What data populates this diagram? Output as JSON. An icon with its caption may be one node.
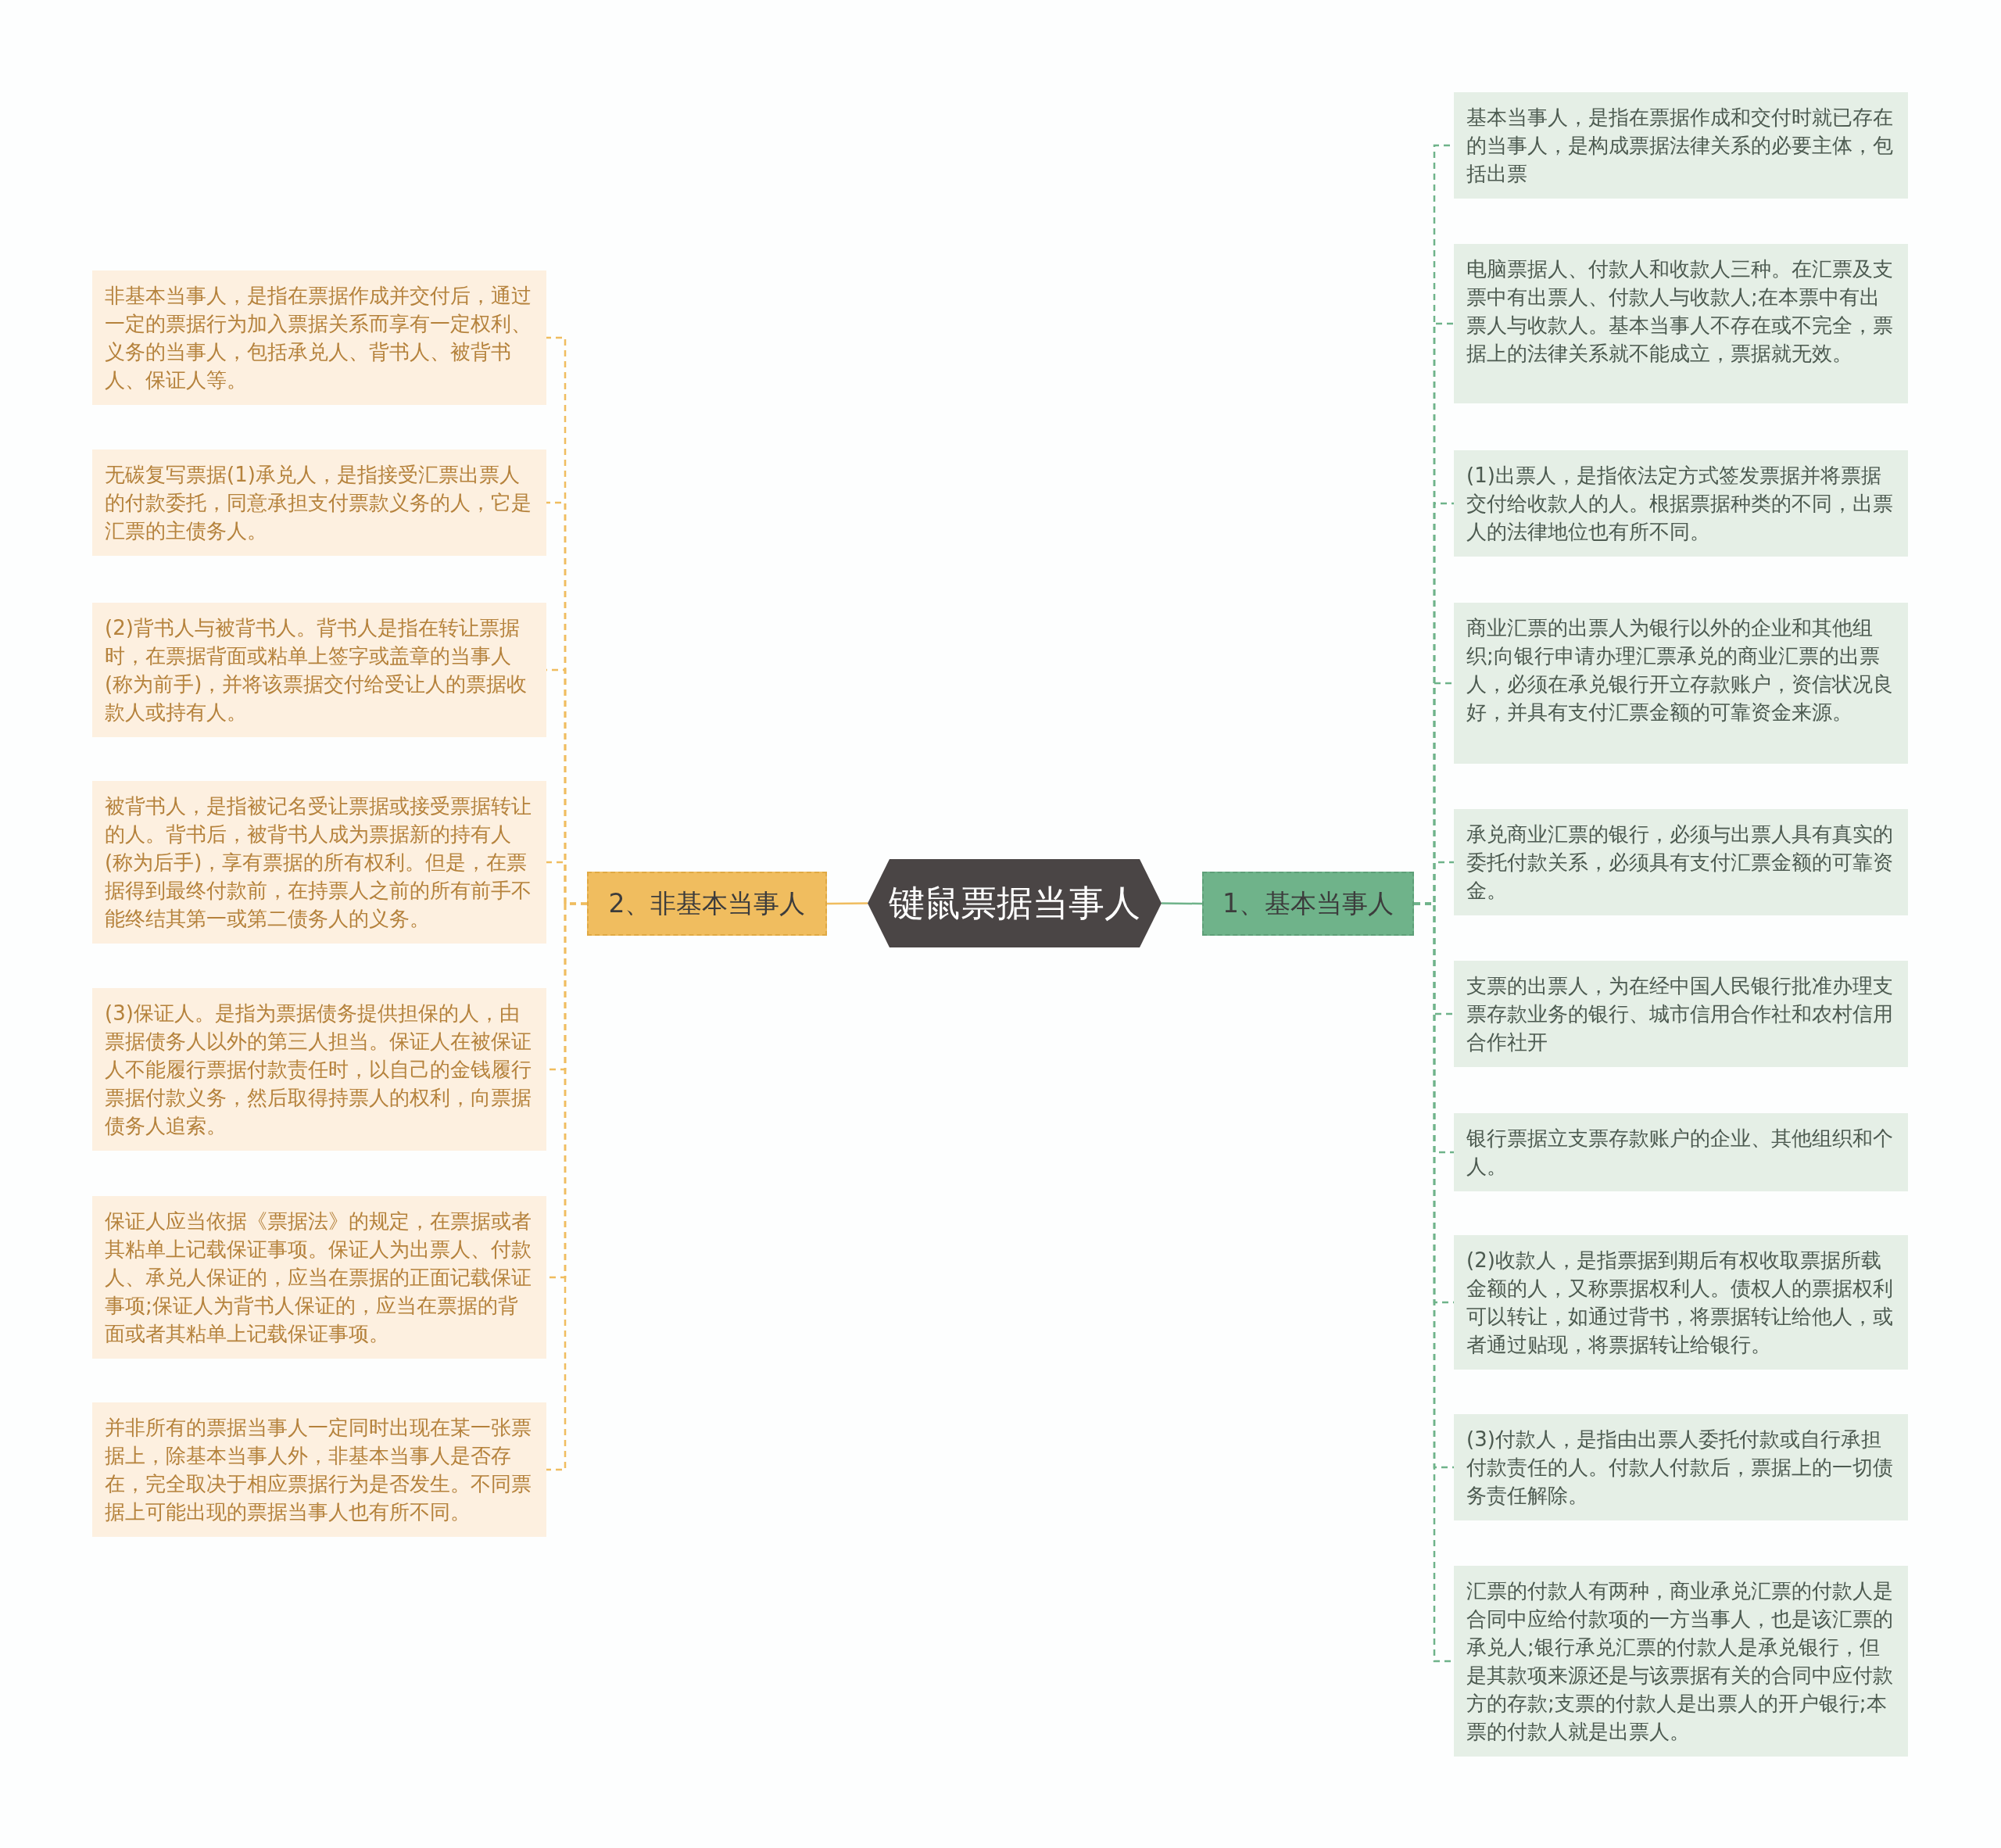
{
  "diagram": {
    "nodes": [
      {
        "text": [
          "键鼠票据当事人"
        ]
      },
      {
        "text": [
          "1、基本当事人"
        ]
      },
      {
        "text": [
          "基本当事人，是指在票据作成和交付时就已存在的当事人，是构成票据法律关系的必要主体，包括出票"
        ]
      },
      {
        "text": [
          "电脑票据人、付款人和收款人三种。在汇票及支票中有出票人、付款人与收款人;在本票中有出票人与收款人。基本当事人不存在或不完全，票据上的法律关系就不能成立，票据就无效。"
        ]
      },
      {
        "text": [
          "(1)出票人，是指依法定方式签发票据并将票据交付给收款人的人。根据票据种类的不同，出票人的法律地位也有所不同。"
        ]
      },
      {
        "text": [
          "商业汇票的出票人为银行以外的企业和其他组织;向银行申请办理汇票承兑的商业汇票的出票人，必须在承兑银行开立存款账户，资信状况良好，并具有支付汇票金额的可靠资金来源。"
        ]
      },
      {
        "text": [
          "承兑商业汇票的银行，必须与出票人具有真实的委托付款关系，必须具有支付汇票金额的可靠资金。"
        ]
      },
      {
        "text": [
          "支票的出票人，为在经中国人民银行批准办理支票存款业务的银行、城市信用合作社和农村信用合作社开"
        ]
      },
      {
        "text": [
          "银行票据立支票存款账户的企业、其他组织和个人。"
        ]
      },
      {
        "text": [
          "(2)收款人，是指票据到期后有权收取票据所载金额的人，又称票据权利人。债权人的票据权利可以转让，如通过背书，将票据转让给他人，或者通过贴现，将票据转让给银行。"
        ]
      },
      {
        "text": [
          "(3)付款人，是指由出票人委托付款或自行承担付款责任的人。付款人付款后，票据上的一切债务责任解除。"
        ]
      },
      {
        "text": [
          "汇票的付款人有两种，商业承兑汇票的付款人是合同中应给付款项的一方当事人，也是该汇票的承兑人;银行承兑汇票的付款人是承兑银行，但是其款项来源还是与该票据有关的合同中应付款方的存款;支票的付款人是出票人的开户银行;本票的付款人就是出票人。"
        ]
      },
      {
        "text": [
          "2、非基本当事人"
        ]
      },
      {
        "text": [
          "非基本当事人，是指在票据作成并交付后，通过一定的票据行为加入票据关系而享有一定权利、义务的当事人，包括承兑人、背书人、被背书人、保证人等。"
        ]
      },
      {
        "text": [
          "无碳复写票据(1)承兑人，是指接受汇票出票人的付款委托，同意承担支付票款义务的人，它是汇票的主债务人。"
        ]
      },
      {
        "text": [
          "(2)背书人与被背书人。背书人是指在转让票据时，在票据背面或粘单上签字或盖章的当事人(称为前手)，并将该票据交付给受让人的票据收款人或持有人。"
        ]
      },
      {
        "text": [
          "被背书人，是指被记名受让票据或接受票据转让的人。背书后，被背书人成为票据新的持有人(称为后手)，享有票据的所有权利。但是，在票据得到最终付款前，在持票人之前的所有前手不能终结其第一或第二债务人的义务。"
        ]
      },
      {
        "text": [
          "(3)保证人。是指为票据债务提供担保的人，由票据债务人以外的第三人担当。保证人在被保证人不能履行票据付款责任时，以自己的金钱履行票据付款义务，然后取得持票人的权利，向票据债务人追索。"
        ]
      },
      {
        "text": [
          "保证人应当依据《票据法》的规定，在票据或者其粘单上记载保证事项。保证人为出票人、付款人、承兑人保证的，应当在票据的正面记载保证事项;保证人为背书人保证的，应当在票据的背面或者其粘单上记载保证事项。"
        ]
      },
      {
        "text": [
          "并非所有的票据当事人一定同时出现在某一张票据上，除基本当事人外，非基本当事人是否存在，完全取决于相应票据行为是否发生。不同票据上可能出现的票据当事人也有所不同。"
        ]
      }
    ],
    "edges": [
      {
        "from": 0,
        "to": 1,
        "arrow": "none"
      },
      {
        "from": 1,
        "to": 2,
        "arrow": "none",
        "style": "dashed"
      },
      {
        "from": 1,
        "to": 3,
        "arrow": "none",
        "style": "dashed"
      },
      {
        "from": 1,
        "to": 4,
        "arrow": "none",
        "style": "dashed"
      },
      {
        "from": 1,
        "to": 5,
        "arrow": "none",
        "style": "dashed"
      },
      {
        "from": 1,
        "to": 6,
        "arrow": "none",
        "style": "dashed"
      },
      {
        "from": 1,
        "to": 7,
        "arrow": "none",
        "style": "dashed"
      },
      {
        "from": 1,
        "to": 8,
        "arrow": "none",
        "style": "dashed"
      },
      {
        "from": 1,
        "to": 9,
        "arrow": "none",
        "style": "dashed"
      },
      {
        "from": 1,
        "to": 10,
        "arrow": "none",
        "style": "dashed"
      },
      {
        "from": 1,
        "to": 11,
        "arrow": "none",
        "style": "dashed"
      },
      {
        "from": 0,
        "to": 12,
        "arrow": "none",
        "color": "#f0bd5f"
      },
      {
        "from": 12,
        "to": 13,
        "arrow": "none",
        "style": "dashed",
        "color": "#f0bd5f"
      },
      {
        "from": 12,
        "to": 14,
        "arrow": "none",
        "style": "dashed",
        "color": "#f0bd5f"
      },
      {
        "from": 12,
        "to": 15,
        "arrow": "none",
        "style": "dashed",
        "color": "#f0bd5f"
      },
      {
        "from": 12,
        "to": 16,
        "arrow": "none",
        "style": "dashed",
        "color": "#f0bd5f"
      },
      {
        "from": 12,
        "to": 17,
        "arrow": "none",
        "style": "dashed",
        "color": "#f0bd5f"
      },
      {
        "from": 12,
        "to": 18,
        "arrow": "none",
        "style": "dashed",
        "color": "#f0bd5f"
      },
      {
        "from": 12,
        "to": 19,
        "arrow": "none",
        "style": "dashed",
        "color": "#f0bd5f"
      }
    ]
  }
}
